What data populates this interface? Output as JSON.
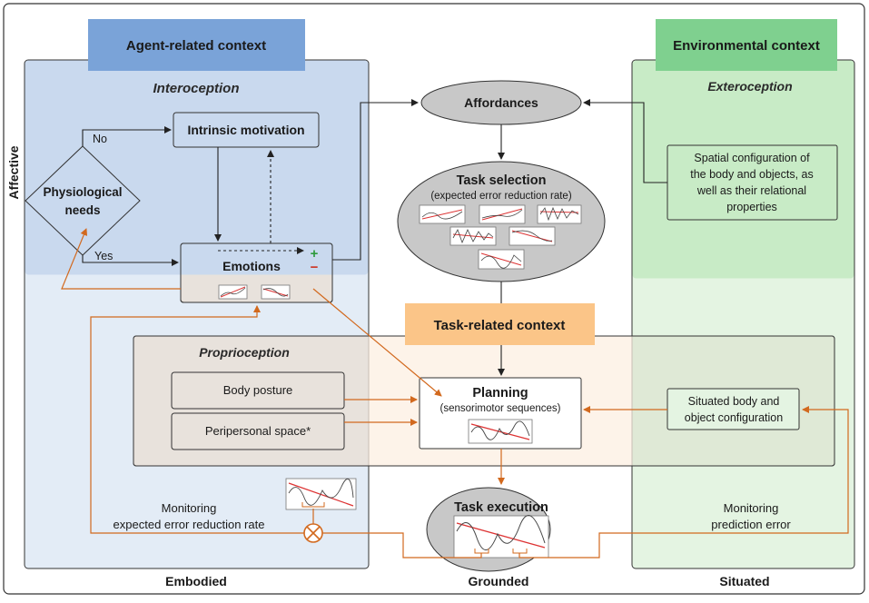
{
  "headers": {
    "agent": "Agent-related context",
    "environment": "Environmental context",
    "task": "Task-related context"
  },
  "side_label": "Affective",
  "sections": {
    "interoception": "Interoception",
    "exteroception": "Exteroception",
    "proprioception": "Proprioception"
  },
  "nodes": {
    "physiological_needs": [
      "Physiological",
      "needs"
    ],
    "intrinsic_motivation": "Intrinsic motivation",
    "emotions": "Emotions",
    "emotions_plus": "+",
    "emotions_minus": "−",
    "affordances": "Affordances",
    "task_selection_title": "Task selection",
    "task_selection_sub": "(expected error reduction rate)",
    "spatial_config": [
      "Spatial configuration of",
      "the body and objects, as",
      "well as their relational",
      "properties"
    ],
    "body_posture": "Body posture",
    "peripersonal_space": "Peripersonal space*",
    "planning_title": "Planning",
    "planning_sub": "(sensorimotor sequences)",
    "situated_config": [
      "Situated body and",
      "object configuration"
    ],
    "task_execution": "Task execution",
    "monitoring_left": [
      "Monitoring",
      "expected error reduction rate"
    ],
    "monitoring_right": [
      "Monitoring",
      "prediction error"
    ]
  },
  "edge_labels": {
    "no": "No",
    "yes": "Yes"
  },
  "footer": {
    "embodied": "Embodied",
    "grounded": "Grounded",
    "situated": "Situated"
  },
  "colors": {
    "agent_header": "#7aa3d8",
    "env_header": "#7fd08f",
    "task_header": "#fbc588",
    "blue_panel": "#c9d9ee",
    "blue_panel_light": "#e3ecf6",
    "green_panel": "#c8ebc6",
    "green_panel_light": "#e4f4e2",
    "task_panel": "#fcefe2",
    "proprio_panel": "#e8e2dc",
    "orange_line": "#d2691e",
    "ellipse": "#c8c8c8"
  }
}
